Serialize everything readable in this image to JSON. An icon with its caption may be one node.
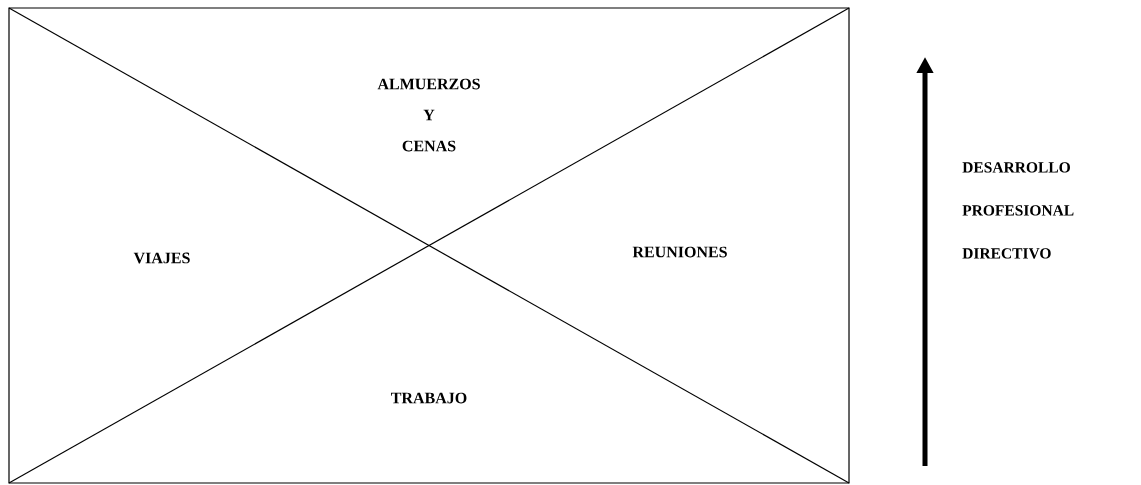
{
  "diagram": {
    "nodes": [
      {
        "text": [
          "ALMUERZOS Y CENAS",
          "VIAJES",
          "REUNIONES",
          "TRABAJO"
        ]
      }
    ],
    "labels": [
      "DESARROLLO PROFESIONAL DIRECTIVO"
    ]
  }
}
